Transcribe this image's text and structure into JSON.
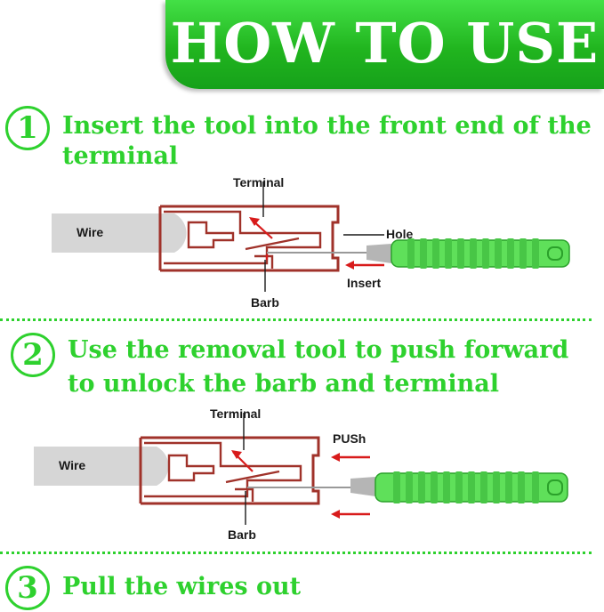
{
  "header": {
    "title": "HOW TO USE"
  },
  "steps": [
    {
      "number": "1",
      "line1": "Insert the tool into the front end of the",
      "line2": "terminal"
    },
    {
      "number": "2",
      "line1": "Use the removal tool to push forward",
      "line2": "to unlock the barb and terminal"
    },
    {
      "number": "3",
      "line1": "Pull the wires out"
    }
  ],
  "diagram1": {
    "wire": "Wire",
    "terminal": "Terminal",
    "hole": "Hole",
    "insert": "Insert",
    "barb": "Barb"
  },
  "diagram2": {
    "wire": "Wire",
    "terminal": "Terminal",
    "push": "PUSh",
    "barb": "Barb"
  },
  "colors": {
    "accent": "#2ed12e",
    "housing": "#a0322a",
    "arrow": "#d81b1b",
    "tool": "#5fe05a",
    "wire": "#d6d6d6"
  }
}
